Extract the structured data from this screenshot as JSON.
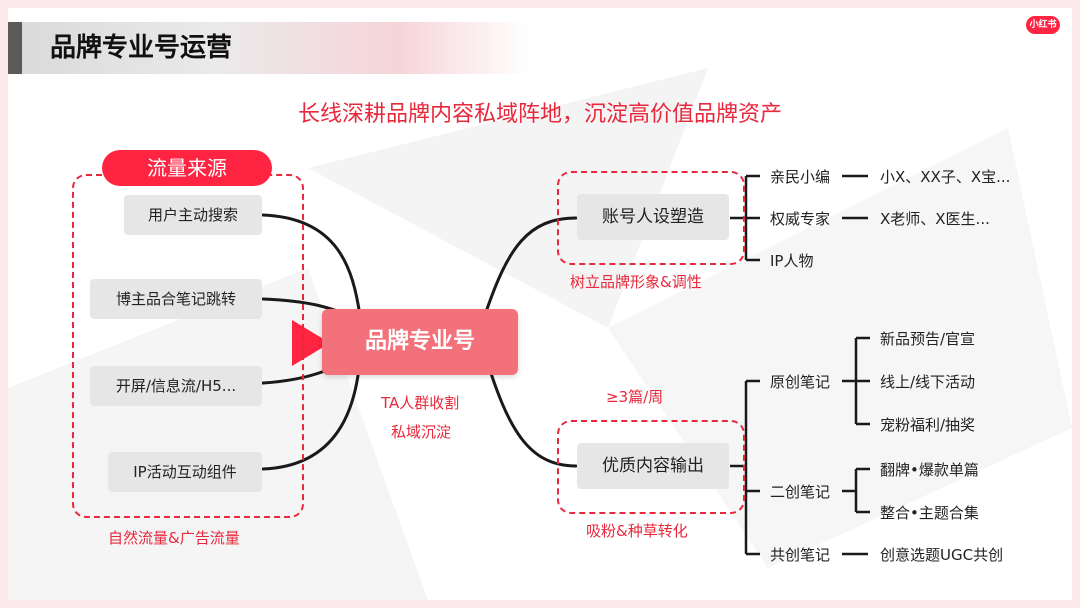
{
  "header": {
    "title": "品牌专业号运营",
    "logo_text": "小红书"
  },
  "subtitle": "长线深耕品牌内容私域阵地，沉淀高价值品牌资产",
  "traffic": {
    "header": "流量来源",
    "items": [
      "用户主动搜索",
      "博主品合笔记跳转",
      "开屏/信息流/H5...",
      "IP活动互动组件"
    ],
    "caption": "自然流量&广告流量"
  },
  "center": {
    "label": "品牌专业号",
    "notes": [
      "TA人群收割",
      "私域沉淀"
    ]
  },
  "account": {
    "label": "账号人设塑造",
    "caption": "树立品牌形象&调性",
    "branches": [
      {
        "name": "亲民小编",
        "example": "小X、XX子、X宝..."
      },
      {
        "name": "权威专家",
        "example": "X老师、X医生..."
      },
      {
        "name": "IP人物"
      }
    ]
  },
  "content": {
    "label": "优质内容输出",
    "frequency": "≥3篇/周",
    "caption": "吸粉&种草转化",
    "branches": [
      {
        "name": "原创笔记",
        "items": [
          "新品预告/官宣",
          "线上/线下活动",
          "宠粉福利/抽奖"
        ]
      },
      {
        "name": "二创笔记",
        "items": [
          "翻牌•爆款单篇",
          "整合•主题合集"
        ]
      },
      {
        "name": "共创笔记",
        "items": [
          "创意选题UGC共创"
        ]
      }
    ]
  },
  "colors": {
    "accent": "#e8283c",
    "brand": "#ff2442",
    "center": "#f2717b",
    "box": "#e6e6e6"
  }
}
